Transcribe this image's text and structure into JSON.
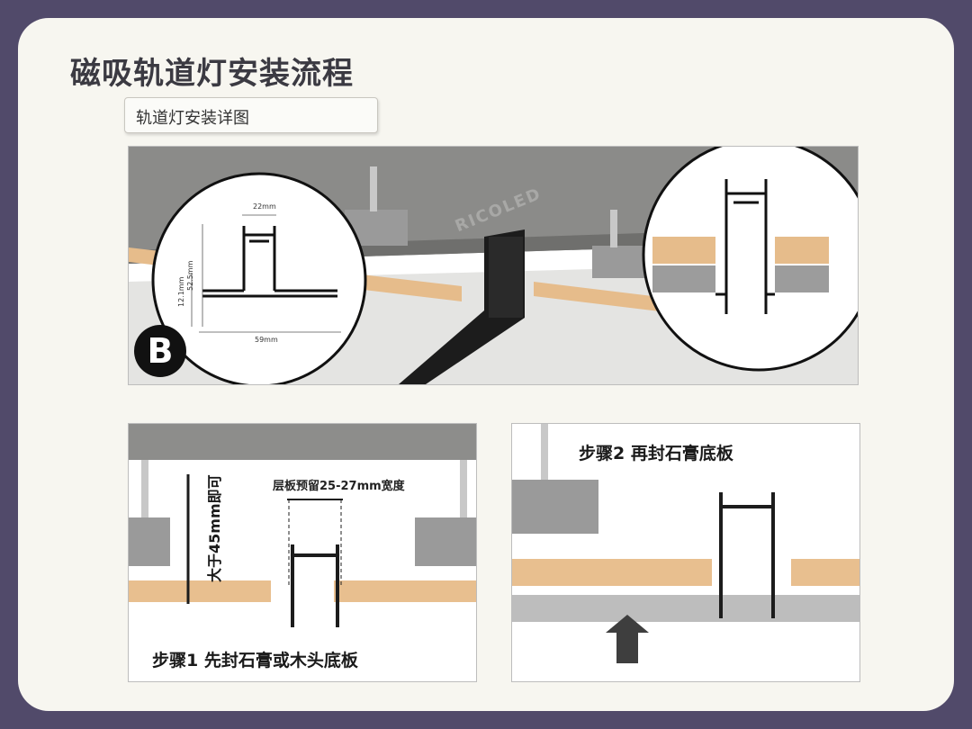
{
  "page": {
    "title": "磁吸轨道灯安装流程",
    "subtitle": "轨道灯安装详图"
  },
  "detail": {
    "badge": "B",
    "watermark": "RICOLED",
    "dims": {
      "width_top": "22mm",
      "height_total": "52.5mm",
      "height_lower": "12.1mm",
      "width_bottom": "59mm"
    }
  },
  "step1": {
    "label": "步骤1 先封石膏或木头底板",
    "gap_note": "层板预留25-27mm宽度",
    "depth_note": "大于45mm即可"
  },
  "step2": {
    "label": "步骤2 再封石膏底板"
  },
  "colors": {
    "background": "#514a6a",
    "card": "#f7f6f0",
    "concrete": "#8d8d8b",
    "wood": "#e8bf8f",
    "gypsum": "#bdbdbd",
    "track": "#1c1c1c",
    "bracket": "#9a9a9a"
  }
}
